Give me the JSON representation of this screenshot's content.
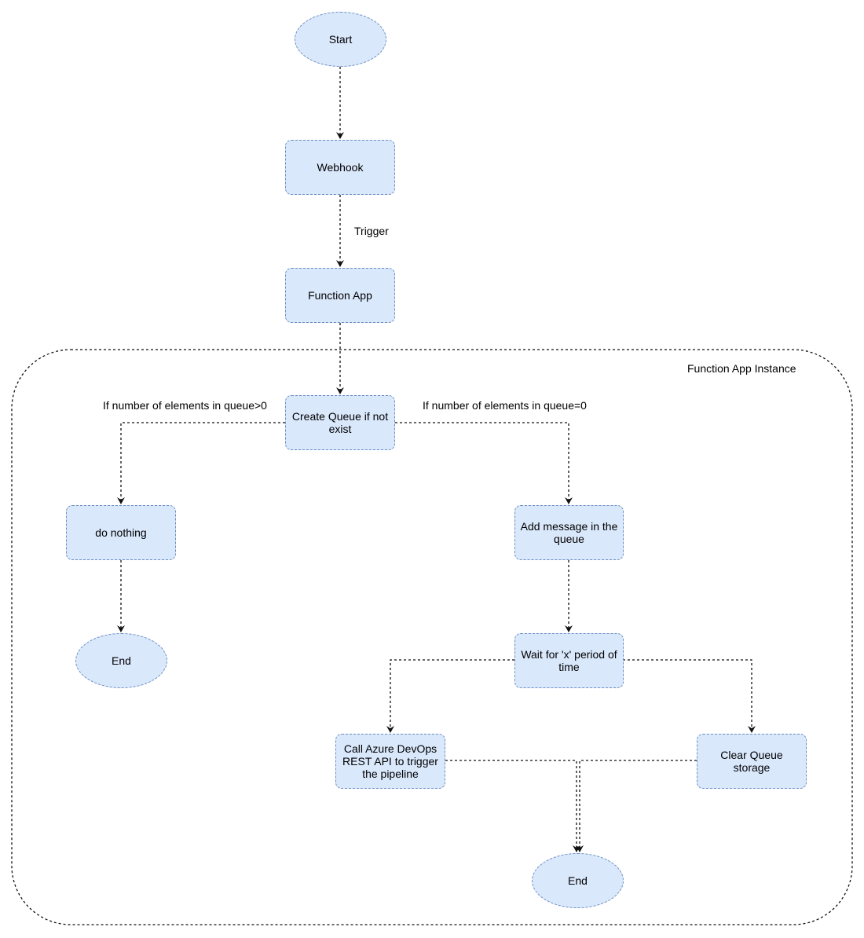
{
  "nodes": {
    "start": "Start",
    "webhook": "Webhook",
    "function_app": "Function App",
    "create_queue": "Create Queue if not exist",
    "do_nothing": "do nothing",
    "end_left": "End",
    "add_message": "Add message in the queue",
    "wait": "Wait for 'x' period of time",
    "call_devops": "Call Azure DevOps REST API to trigger the pipeline",
    "clear_queue": "Clear Queue storage",
    "end_bottom": "End"
  },
  "labels": {
    "trigger": "Trigger",
    "container": "Function App Instance",
    "branch_left": "If number of elements in queue>0",
    "branch_right": "If number of elements in queue=0"
  },
  "colors": {
    "node_fill": "#dae8fc",
    "node_stroke": "#6c8ebf",
    "edge": "#111111"
  }
}
